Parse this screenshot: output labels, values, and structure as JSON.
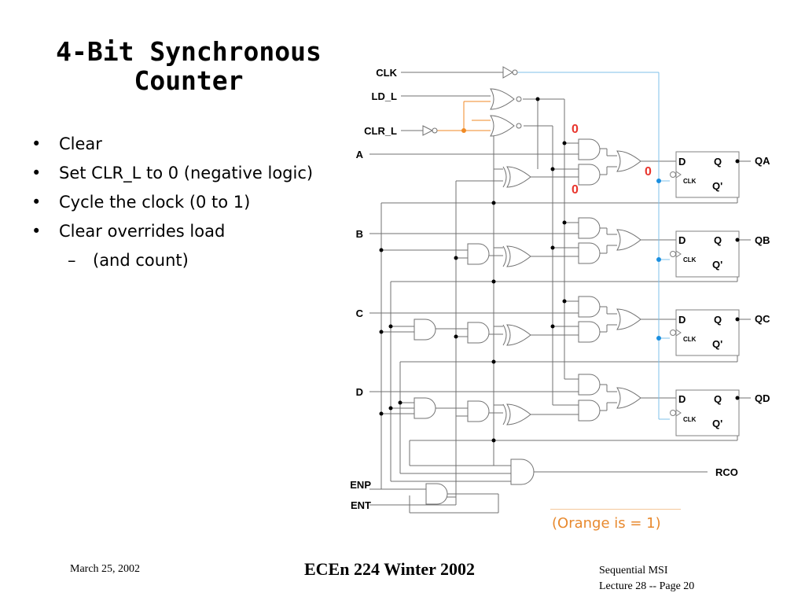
{
  "slide": {
    "title_line1": "4-Bit Synchronous",
    "title_line2": "Counter",
    "bullets": [
      {
        "marker": "•",
        "text": "Clear"
      },
      {
        "marker": "•",
        "text": "Set CLR_L to 0 (negative logic)"
      },
      {
        "marker": "•",
        "text": "Cycle the clock (0 to 1)"
      },
      {
        "marker": "•",
        "text": "Clear overrides load"
      }
    ],
    "sub_bullet": {
      "marker": "–",
      "text": "(and count)"
    },
    "legend_note": "(Orange is = 1)"
  },
  "footer": {
    "date": "March 25, 2002",
    "course": "ECEn 224 Winter 2002",
    "topic": "Sequential MSI",
    "lecture": "Lecture 28  --  Page 20"
  },
  "schematic": {
    "inputs": {
      "clk": "CLK",
      "ld": "LD_L",
      "clr": "CLR_L",
      "a": "A",
      "b": "B",
      "c": "C",
      "d": "D",
      "enp": "ENP",
      "ent": "ENT"
    },
    "outputs": {
      "qa": "QA",
      "qb": "QB",
      "qc": "QC",
      "qd": "QD",
      "rco": "RCO"
    },
    "flipflop": {
      "d_pin": "D",
      "q_pin": "Q",
      "qn_pin": "Q'",
      "clk_pin": "CLK"
    },
    "signal_values": {
      "clr_nor": "0",
      "ff_d": "0",
      "and_low": "0"
    },
    "colors": {
      "wire": "#707070",
      "orange_active": "#f08a24",
      "clock_line": "#7fc1ea",
      "clock_dot": "#1a8fe0",
      "value_red": "#e8352d",
      "legend_orange": "#e8892e"
    }
  }
}
